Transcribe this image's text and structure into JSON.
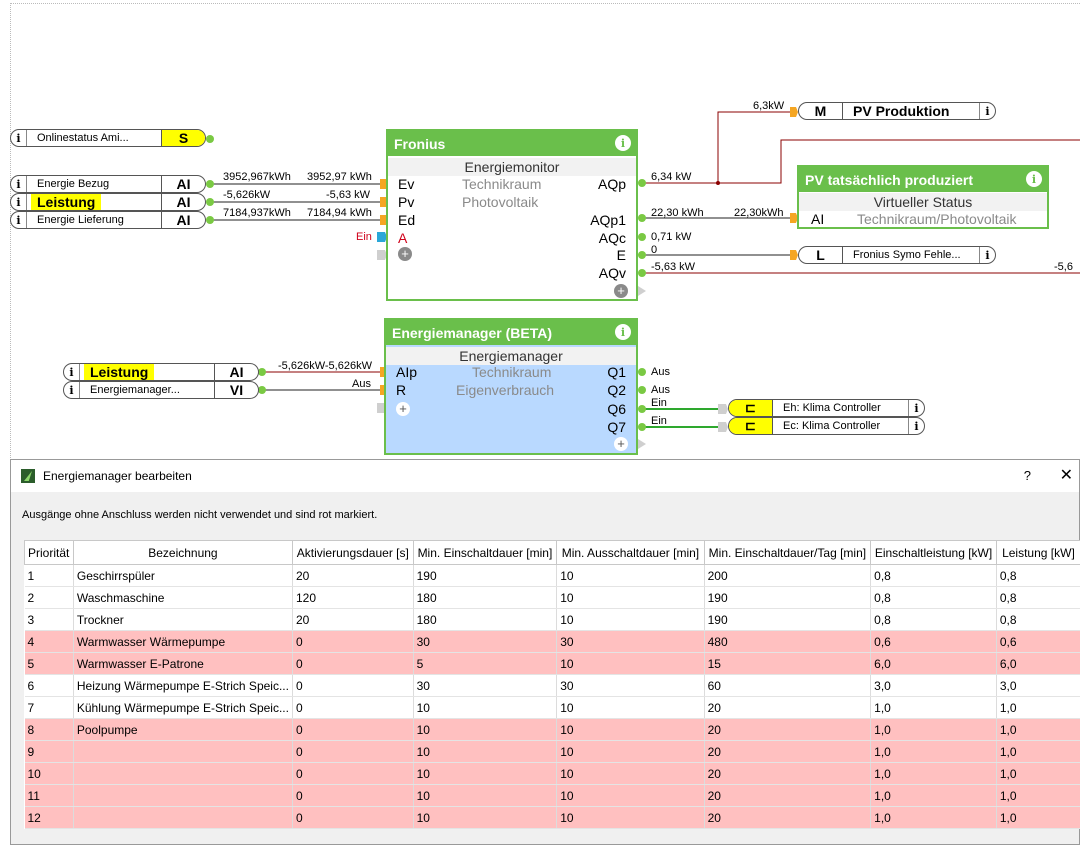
{
  "inputs": {
    "onlinestatus": {
      "info": "i",
      "label": "Onlinestatus Ami...",
      "type": "S"
    },
    "energie_bezug": {
      "info": "i",
      "label": "Energie Bezug",
      "type": "AI"
    },
    "leistung1": {
      "info": "i",
      "label": "Leistung",
      "type": "AI"
    },
    "energie_lieferung": {
      "info": "i",
      "label": "Energie Lieferung",
      "type": "AI"
    },
    "leistung2": {
      "info": "i",
      "label": "Leistung",
      "type": "AI"
    },
    "energiemanager_vi": {
      "info": "i",
      "label": "Energiemanager...",
      "type": "VI"
    }
  },
  "fronius": {
    "title": "Fronius",
    "info": "i",
    "subtitle": "Energiemonitor",
    "room": "Technikraum",
    "category": "Photovoltaik",
    "in_ports": [
      "Ev",
      "Pv",
      "Ed",
      "A"
    ],
    "out_ports": [
      "AQp",
      "AQp1",
      "AQc",
      "E",
      "AQv"
    ],
    "plus": "+"
  },
  "energiemanager": {
    "title": "Energiemanager (BETA)",
    "info": "i",
    "subtitle": "Energiemanager",
    "room": "Technikraum",
    "category": "Eigenverbrauch",
    "in_ports": [
      "AIp",
      "R"
    ],
    "out_ports": [
      "Q1",
      "Q2",
      "Q6",
      "Q7"
    ],
    "plus": "+"
  },
  "pv_status": {
    "title": "PV tatsächlich produziert",
    "info": "i",
    "subtitle": "Virtueller Status",
    "port": "AI",
    "room": "Technikraum/Photovoltaik"
  },
  "outputs": {
    "pv_produktion": {
      "type": "M",
      "label": "PV Produktion",
      "info": "i"
    },
    "fronius_fehler": {
      "type": "L",
      "label": "Fronius Symo Fehle...",
      "info": "i"
    },
    "klima_eh": {
      "label": "Eh: Klima Controller",
      "info": "i",
      "icon": "⊏"
    },
    "klima_ec": {
      "label": "Ec: Klima Controller",
      "info": "i",
      "icon": "⊏"
    }
  },
  "wire_labels": {
    "bezug_a": "3952,967kWh",
    "bezug_b": "3952,97 kWh",
    "leistung_a": "-5,626kW",
    "leistung_b": "-5,63 kW",
    "lieferung_a": "7184,937kWh",
    "lieferung_b": "7184,94 kWh",
    "ein_a": "Ein",
    "aqp": "6,34 kW",
    "aqp1_a": "22,30 kWh",
    "aqp1_b": "22,30kWh",
    "aqc": "0,71 kW",
    "e": "0",
    "aqv": "-5,63 kW",
    "aqv_far": "-5,6",
    "m_in": "6,3kW",
    "em_in": "-5,626kW-5,626kW",
    "em_r": "Aus",
    "q1": "Aus",
    "q2": "Aus",
    "q6": "Ein",
    "q7": "Ein"
  },
  "dialog": {
    "title": "Energiemanager bearbeiten",
    "help": "?",
    "close": "✕",
    "hint": "Ausgänge ohne Anschluss werden nicht verwendet und sind rot markiert.",
    "columns": [
      "Priorität",
      "Bezeichnung",
      "Aktivierungsdauer [s]",
      "Min. Einschaltdauer [min]",
      "Min. Ausschaltdauer [min]",
      "Min. Einschaltdauer/Tag [min]",
      "Einschaltleistung [kW]",
      "Leistung [kW]"
    ],
    "rows": [
      {
        "red": false,
        "cells": [
          "1",
          "Geschirrspüler",
          "20",
          "190",
          "10",
          "200",
          "0,8",
          "0,8"
        ]
      },
      {
        "red": false,
        "cells": [
          "2",
          "Waschmaschine",
          "120",
          "180",
          "10",
          "190",
          "0,8",
          "0,8"
        ]
      },
      {
        "red": false,
        "cells": [
          "3",
          "Trockner",
          "20",
          "180",
          "10",
          "190",
          "0,8",
          "0,8"
        ]
      },
      {
        "red": true,
        "cells": [
          "4",
          "Warmwasser Wärmepumpe",
          "0",
          "30",
          "30",
          "480",
          "0,6",
          "0,6"
        ]
      },
      {
        "red": true,
        "cells": [
          "5",
          "Warmwasser E-Patrone",
          "0",
          "5",
          "10",
          "15",
          "6,0",
          "6,0"
        ]
      },
      {
        "red": false,
        "cells": [
          "6",
          "Heizung Wärmepumpe E-Strich Speic...",
          "0",
          "30",
          "30",
          "60",
          "3,0",
          "3,0"
        ]
      },
      {
        "red": false,
        "cells": [
          "7",
          "Kühlung Wärmepumpe E-Strich Speic...",
          "0",
          "10",
          "10",
          "20",
          "1,0",
          "1,0"
        ]
      },
      {
        "red": true,
        "cells": [
          "8",
          "Poolpumpe",
          "0",
          "10",
          "10",
          "20",
          "1,0",
          "1,0"
        ]
      },
      {
        "red": true,
        "cells": [
          "9",
          "",
          "0",
          "10",
          "10",
          "20",
          "1,0",
          "1,0"
        ]
      },
      {
        "red": true,
        "cells": [
          "10",
          "",
          "0",
          "10",
          "10",
          "20",
          "1,0",
          "1,0"
        ]
      },
      {
        "red": true,
        "cells": [
          "11",
          "",
          "0",
          "10",
          "10",
          "20",
          "1,0",
          "1,0"
        ]
      },
      {
        "red": true,
        "cells": [
          "12",
          "",
          "0",
          "10",
          "10",
          "20",
          "1,0",
          "1,0"
        ]
      }
    ]
  }
}
